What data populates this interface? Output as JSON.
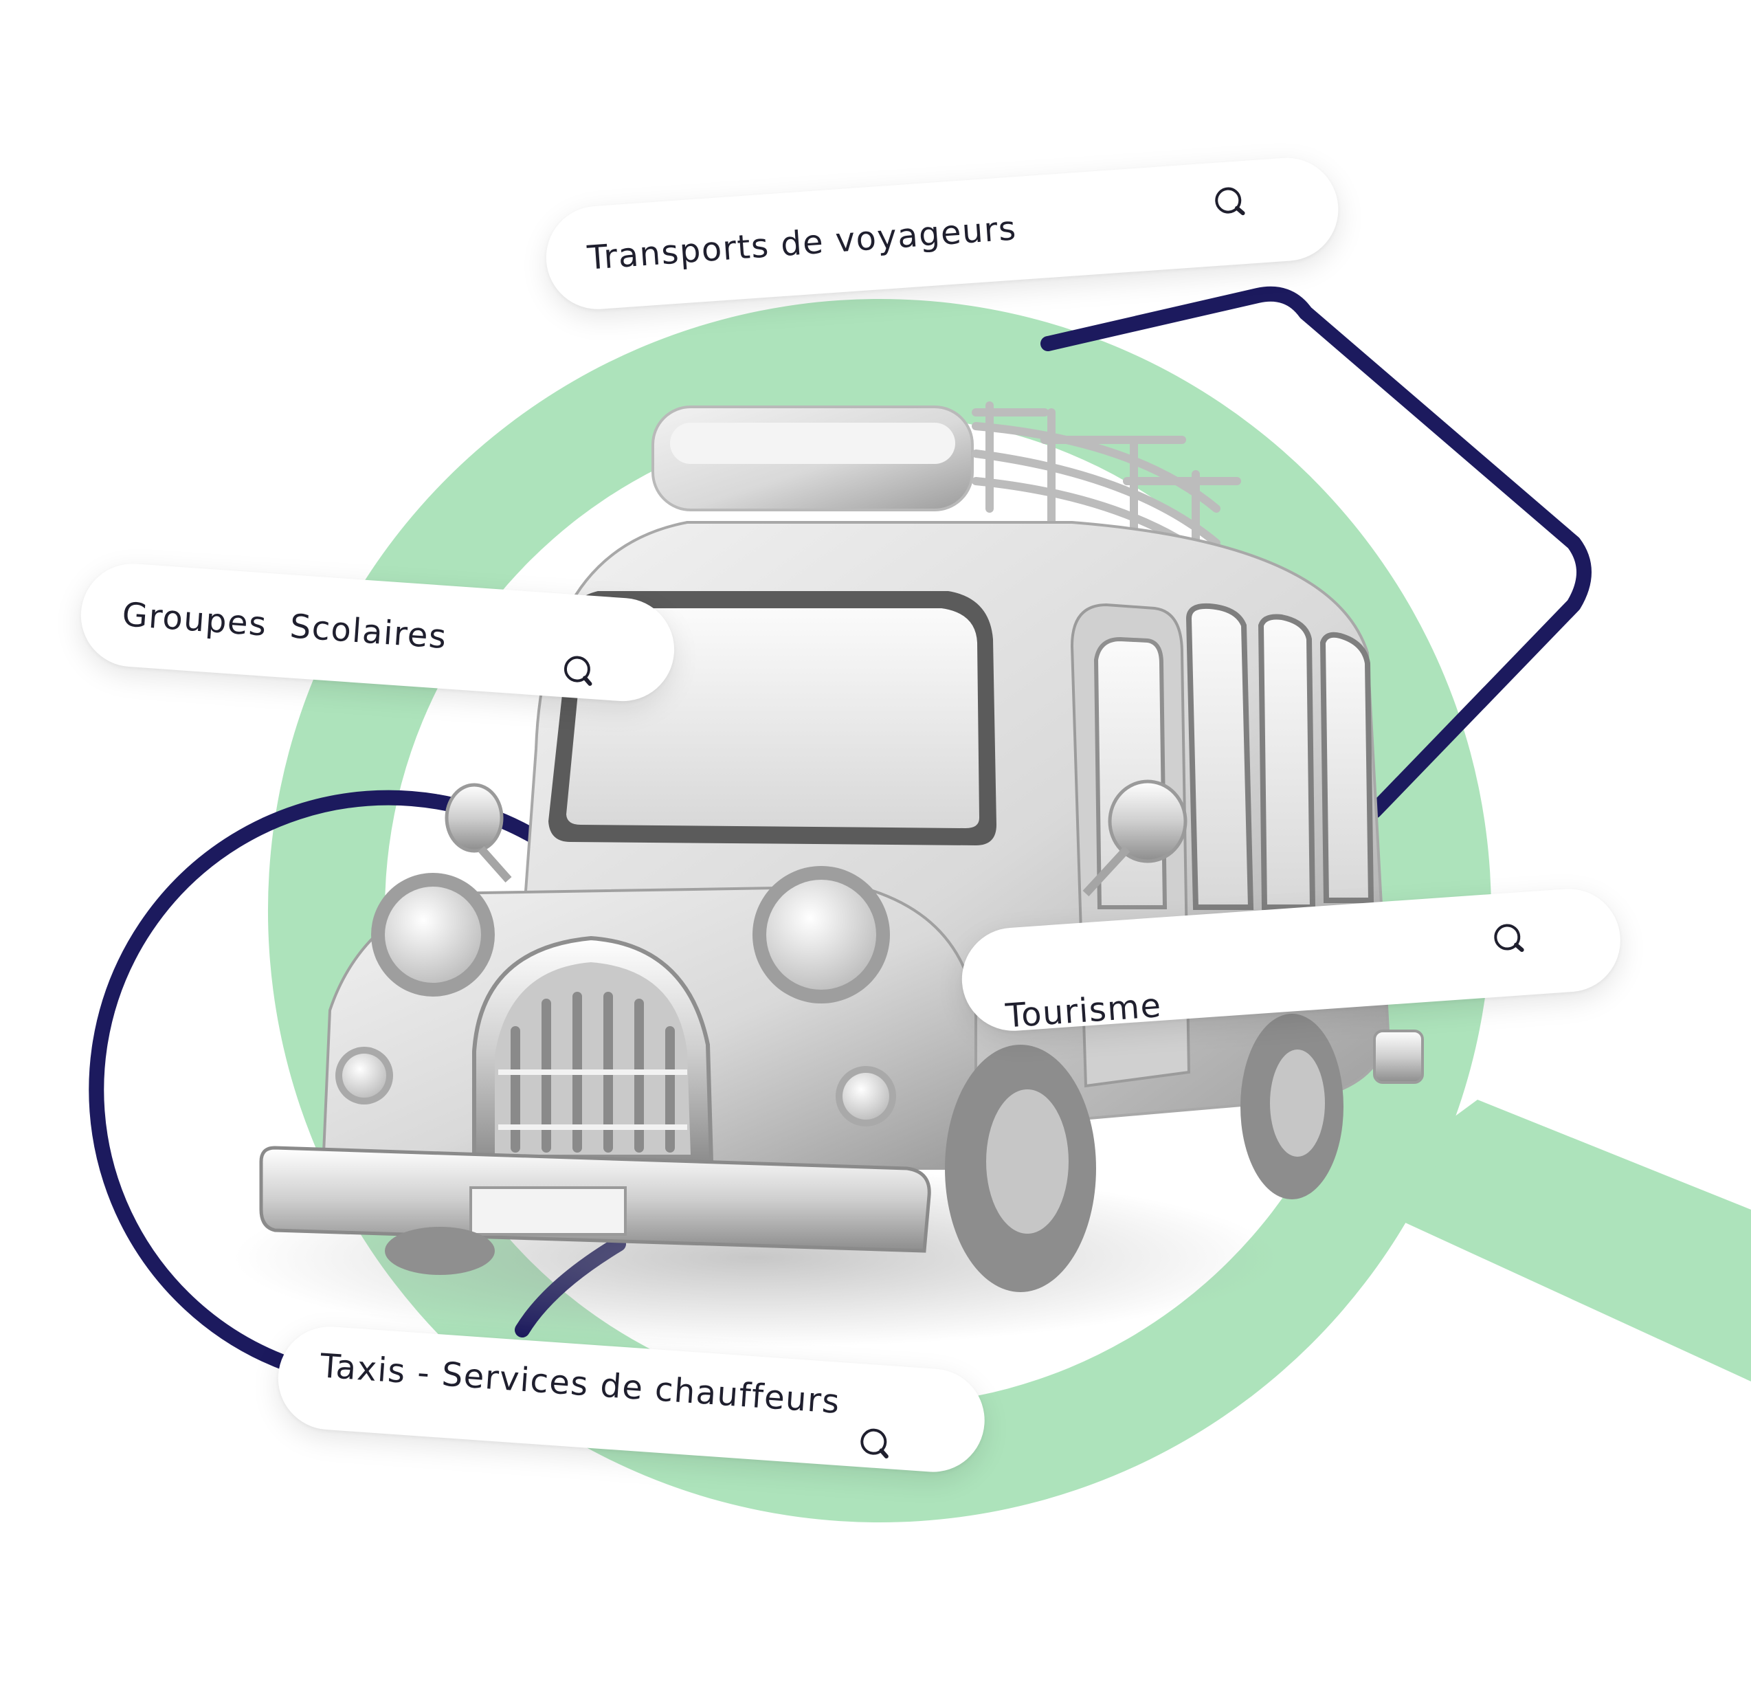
{
  "tags": [
    {
      "label": "Transports de voyageurs",
      "icon": "search-icon"
    },
    {
      "label": "Groupes  Scolaires",
      "icon": "search-icon"
    },
    {
      "label": "Tourisme",
      "icon": "search-icon"
    },
    {
      "label": "Taxis - Services de chauffeurs",
      "icon": "search-icon"
    }
  ],
  "illustration": {
    "subject": "minibus-illustration"
  },
  "colors": {
    "magnifier_green": "#ade3bb",
    "outline_navy": "#1c1a5e",
    "pill_background": "#ffffff",
    "text": "#1f1f2e",
    "vehicle_body": "#d6d6d6"
  }
}
